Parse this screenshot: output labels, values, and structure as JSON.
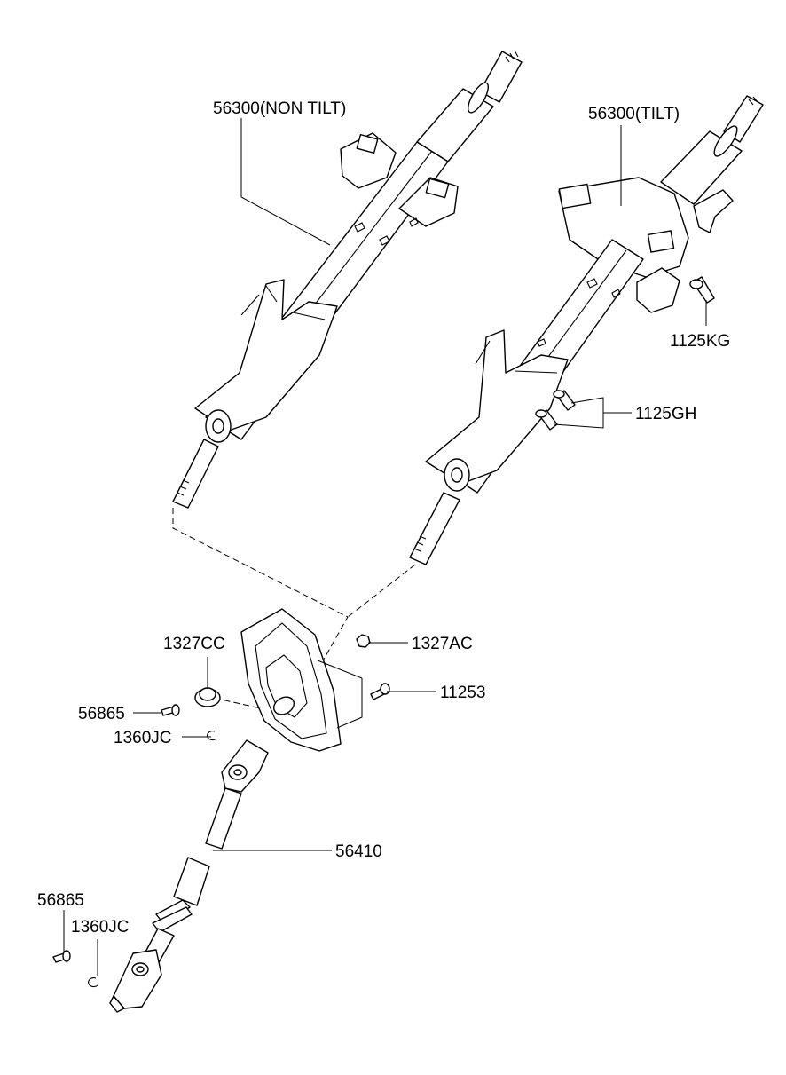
{
  "labels": {
    "column_non_tilt": "56300(NON TILT)",
    "column_tilt": "56300(TILT)",
    "bolt_1125kg": "1125KG",
    "bolt_1125gh": "1125GH",
    "nut_1327cc": "1327CC",
    "nut_1327ac": "1327AC",
    "bolt_11253": "11253",
    "bolt_56865_upper": "56865",
    "clip_1360jc_upper": "1360JC",
    "shaft_56410": "56410",
    "bolt_56865_lower": "56865",
    "clip_1360jc_lower": "1360JC"
  }
}
